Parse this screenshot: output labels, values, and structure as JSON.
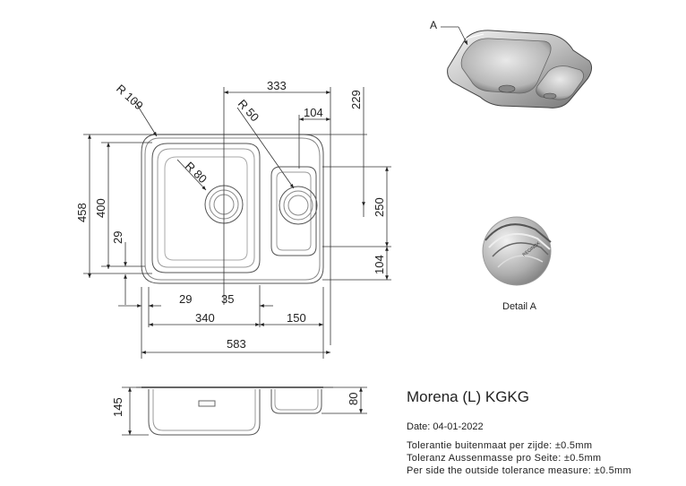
{
  "dimensions": {
    "radius_large": "R 109",
    "radius_medium": "R 50",
    "radius_small": "R 80",
    "top_width": "333",
    "small_bowl_width": "104",
    "right_height": "229",
    "total_height": "458",
    "bowl_height": "400",
    "left_offset": "29",
    "small_bowl_height": "250",
    "bottom_offset": "104",
    "drain_offset_left": "29",
    "drain_offset": "35",
    "big_bowl_width": "340",
    "small_bowl_width_bottom": "150",
    "total_width": "583",
    "depth_big": "145",
    "depth_small": "80"
  },
  "labels": {
    "detail_marker": "A",
    "detail_caption": "Detail A"
  },
  "info": {
    "title": "Morena (L) KGKG",
    "date": "Date: 04-01-2022",
    "tolerance_nl": "Tolerantie buitenmaat per zijde: ±0.5mm",
    "tolerance_de": "Toleranz Aussenmasse pro Seite: ±0.5mm",
    "tolerance_en": "Per side the outside tolerance measure: ±0.5mm"
  }
}
